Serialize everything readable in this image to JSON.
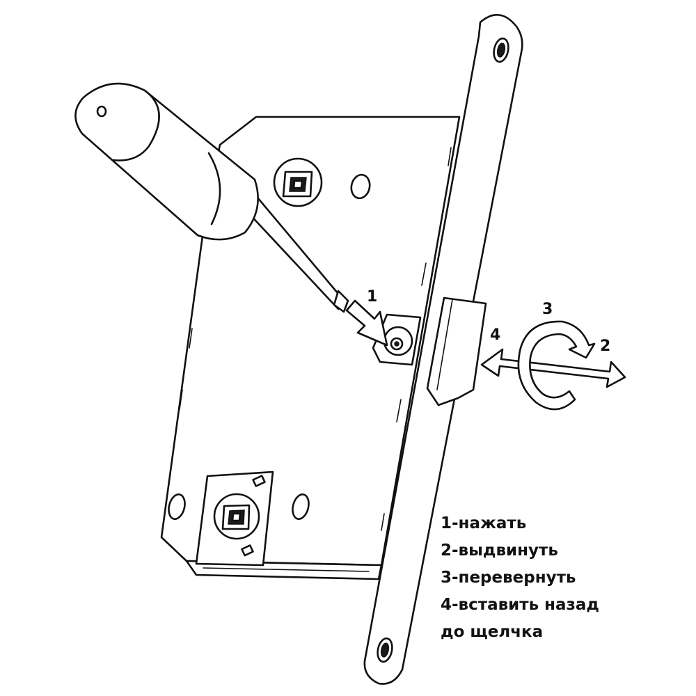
{
  "step_labels": {
    "one": "1",
    "two": "2",
    "three": "3",
    "four": "4"
  },
  "legend": [
    "1-нажать",
    "2-выдвинуть",
    "3-перевернуть",
    "4-вставить назад",
    "до щелчка"
  ],
  "colors": {
    "line": "#111111",
    "background": "#ffffff"
  }
}
